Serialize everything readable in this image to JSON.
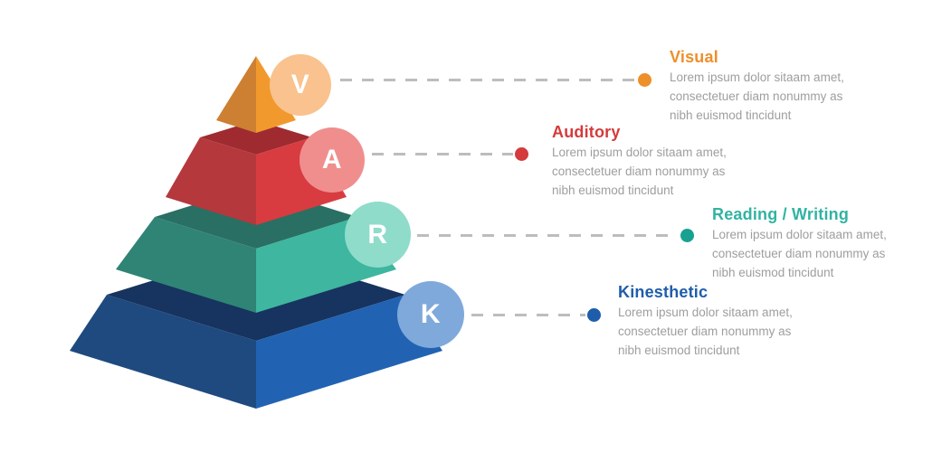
{
  "infographic": {
    "kind": "VARK learning styles pyramid",
    "background": "#ffffff",
    "connector_color": "#bdbdbd",
    "body_text_color": "#9e9e9e"
  },
  "sections": [
    {
      "letter": "V",
      "title": "Visual",
      "body_lines": [
        "Lorem ipsum dolor sitaam amet,",
        "consectetuer diam nonummy as",
        "nibh euismod tincidunt"
      ],
      "colors": {
        "accent": "#ee8f2a",
        "dot": "#ee8f2a",
        "badge": "#f9c28e",
        "face_left": "#cd8032",
        "face_right": "#f2992e"
      }
    },
    {
      "letter": "A",
      "title": "Auditory",
      "body_lines": [
        "Lorem ipsum dolor sitaam amet,",
        "consectetuer diam nonummy as",
        "nibh euismod tincidunt"
      ],
      "colors": {
        "accent": "#d43b3c",
        "dot": "#d43b3c",
        "badge": "#f08e8e",
        "face_top": "#9f2b31",
        "face_left": "#b5383c",
        "face_right": "#d83c40"
      }
    },
    {
      "letter": "R",
      "title": "Reading / Writing",
      "body_lines": [
        "Lorem ipsum dolor sitaam amet,",
        "consectetuer diam nonummy as",
        "nibh euismod tincidunt"
      ],
      "colors": {
        "accent": "#32b3a2",
        "dot": "#18a190",
        "badge": "#8fdcca",
        "face_top": "#2a6f63",
        "face_left": "#2f8476",
        "face_right": "#3eb6a0"
      }
    },
    {
      "letter": "K",
      "title": "Kinesthetic",
      "body_lines": [
        "Lorem ipsum dolor sitaam amet,",
        "consectetuer diam nonummy as",
        "nibh euismod tincidunt"
      ],
      "colors": {
        "accent": "#1e5dab",
        "dot": "#1e5dab",
        "badge": "#7fa9db",
        "face_top": "#17335f",
        "face_left": "#1e4a7f",
        "face_right": "#2163b2"
      }
    }
  ]
}
